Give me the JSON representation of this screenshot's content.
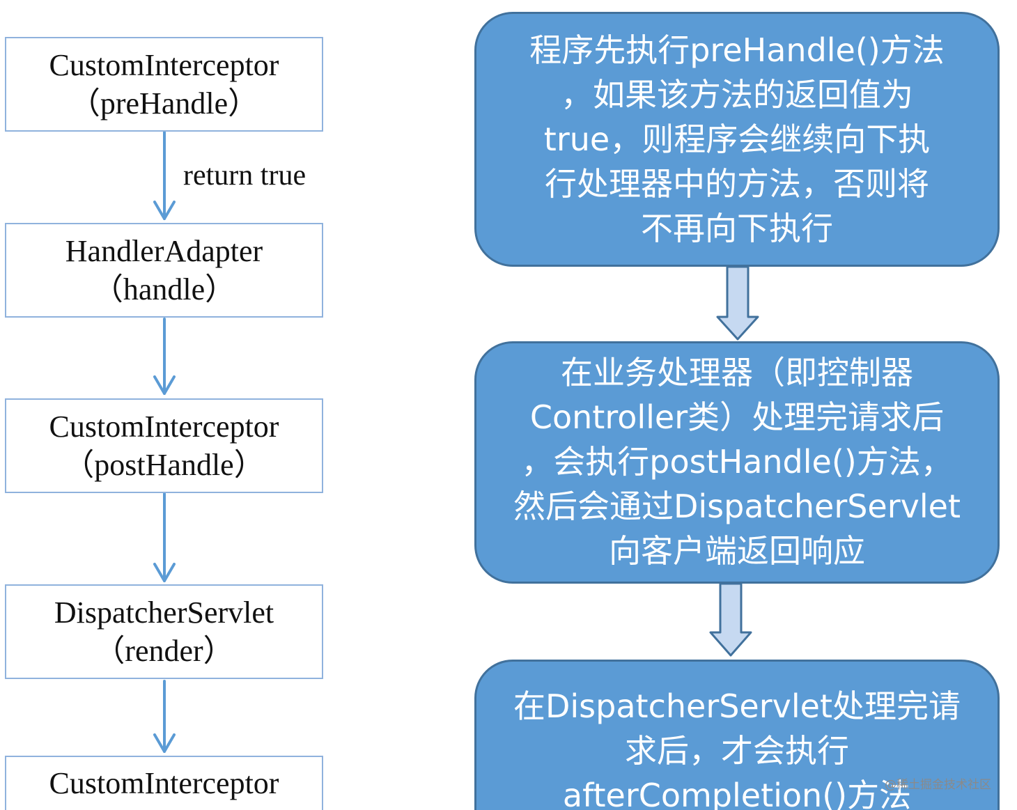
{
  "left_flow": {
    "boxes": [
      {
        "line1": "CustomInterceptor",
        "line2": "（preHandle）"
      },
      {
        "line1": "HandlerAdapter",
        "line2": "（handle）"
      },
      {
        "line1": "CustomInterceptor",
        "line2": "（postHandle）"
      },
      {
        "line1": "DispatcherServlet",
        "line2": "（render）"
      },
      {
        "line1": "CustomInterceptor",
        "line2": ""
      }
    ],
    "edge_label": "return true"
  },
  "right_notes": [
    {
      "lines": [
        "程序先执行preHandle()方法",
        "，如果该方法的返回值为",
        "true，则程序会继续向下执",
        "行处理器中的方法，否则将",
        "不再向下执行"
      ]
    },
    {
      "lines": [
        "在业务处理器（即控制器",
        "Controller类）处理完请求后",
        "，会执行postHandle()方法，",
        "然后会通过DispatcherServlet",
        "向客户端返回响应"
      ]
    },
    {
      "lines": [
        "在DispatcherServlet处理完请",
        "求后，才会执行",
        "afterCompletion()方法"
      ]
    }
  ],
  "colors": {
    "note_fill": "#5b9bd5",
    "note_border": "#41719c",
    "flow_border": "#8fb2dd",
    "flow_arrow": "#5b9bd5",
    "block_arrow_fill": "#c6d9f1"
  },
  "watermark": "@稀土掘金技术社区"
}
